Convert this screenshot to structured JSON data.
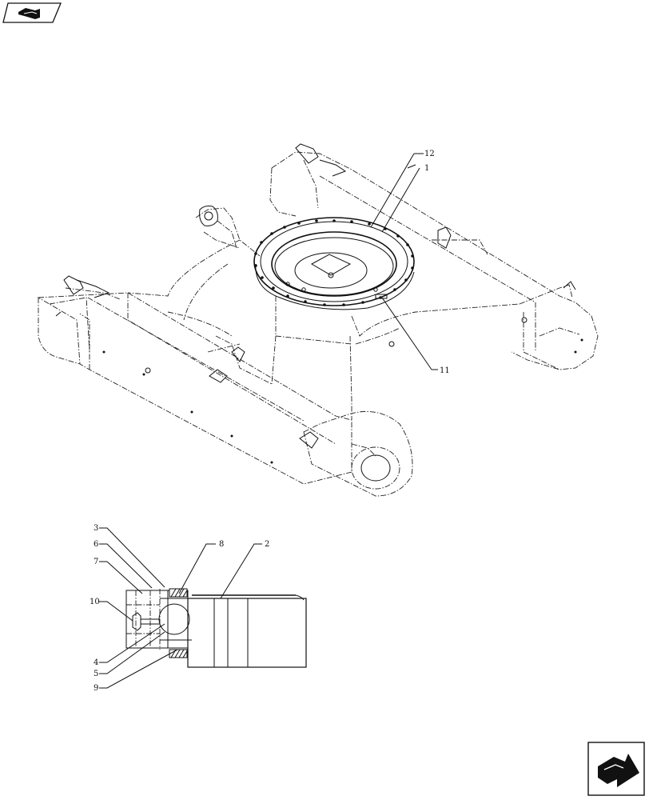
{
  "diagram": {
    "callouts": {
      "c12": "12",
      "c1": "1",
      "c11": "11",
      "c3": "3",
      "c6": "6",
      "c7": "7",
      "c10": "10",
      "c4": "4",
      "c5": "5",
      "c9": "9",
      "c8": "8",
      "c2": "2"
    }
  },
  "icons": {
    "top_left": "previous-page-arrow-icon",
    "bottom_right": "next-page-arrow-icon"
  },
  "colors": {
    "line": "#111111",
    "background": "#ffffff"
  }
}
